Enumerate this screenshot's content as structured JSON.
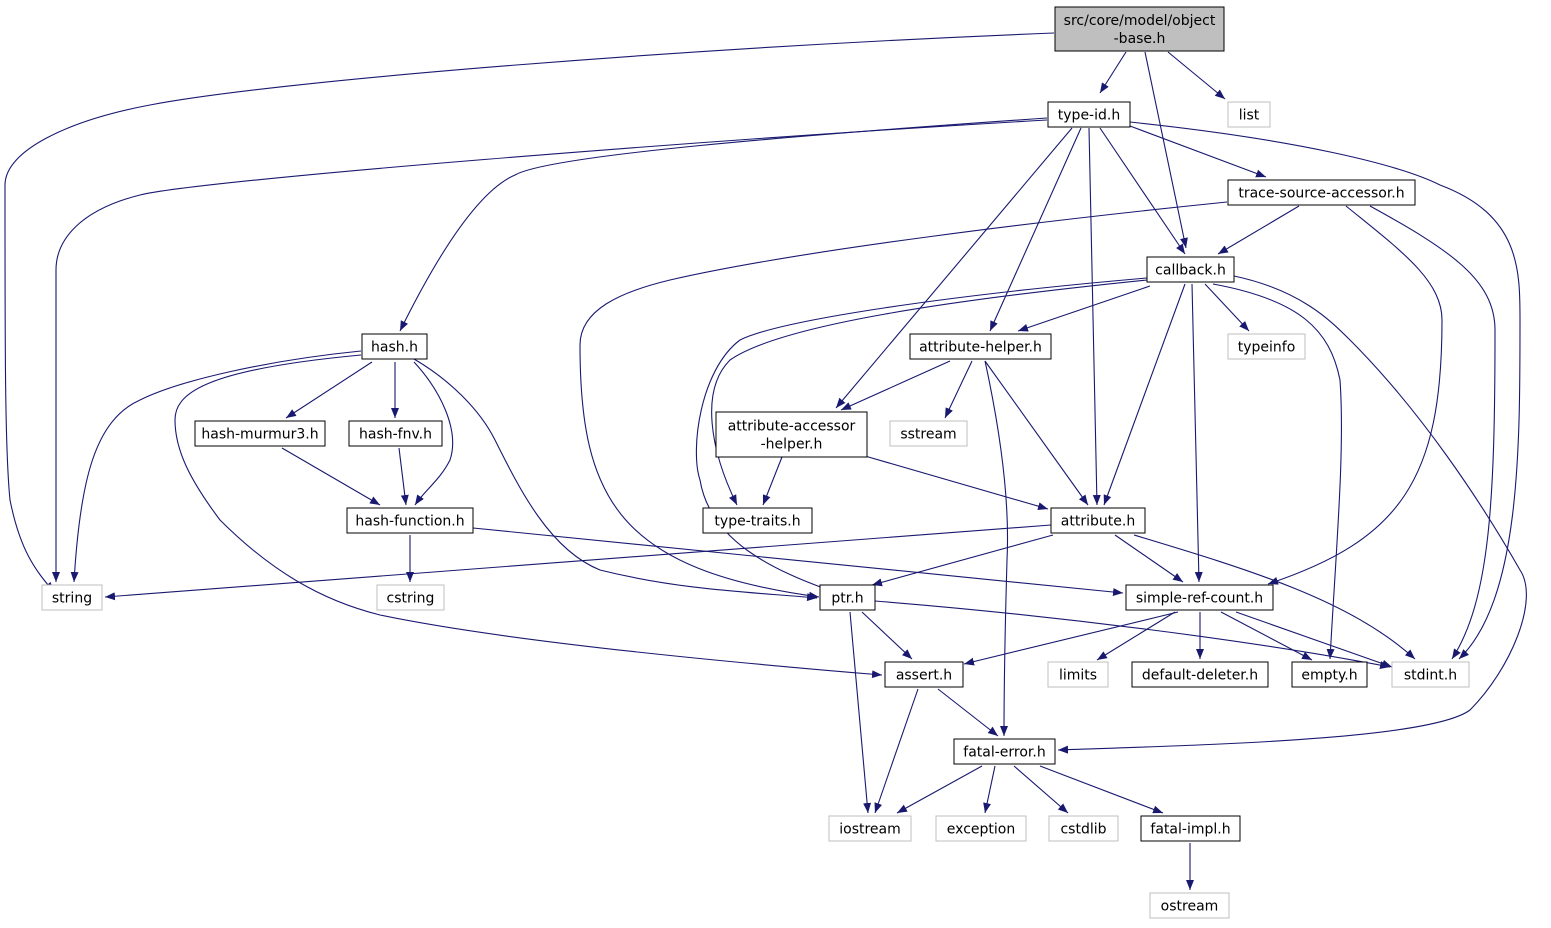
{
  "colors": {
    "edge": "#191970",
    "root_fill": "#bfbfbf",
    "node_border": "#000000",
    "external_border": "#bfbfbf",
    "background": "#ffffff"
  },
  "nodes": [
    {
      "id": "object_base",
      "lines": [
        "src/core/model/object",
        "-base.h"
      ],
      "kind": "root"
    },
    {
      "id": "type_id",
      "lines": [
        "type-id.h"
      ],
      "kind": "header"
    },
    {
      "id": "list",
      "lines": [
        "list"
      ],
      "kind": "external"
    },
    {
      "id": "trace_source_accessor",
      "lines": [
        "trace-source-accessor.h"
      ],
      "kind": "header"
    },
    {
      "id": "callback",
      "lines": [
        "callback.h"
      ],
      "kind": "header"
    },
    {
      "id": "hash",
      "lines": [
        "hash.h"
      ],
      "kind": "header"
    },
    {
      "id": "attribute_helper",
      "lines": [
        "attribute-helper.h"
      ],
      "kind": "header"
    },
    {
      "id": "typeinfo",
      "lines": [
        "typeinfo"
      ],
      "kind": "external"
    },
    {
      "id": "hash_murmur3",
      "lines": [
        "hash-murmur3.h"
      ],
      "kind": "header"
    },
    {
      "id": "hash_fnv",
      "lines": [
        "hash-fnv.h"
      ],
      "kind": "header"
    },
    {
      "id": "attribute_accessor_helper",
      "lines": [
        "attribute-accessor",
        "-helper.h"
      ],
      "kind": "header"
    },
    {
      "id": "sstream",
      "lines": [
        "sstream"
      ],
      "kind": "external"
    },
    {
      "id": "hash_function",
      "lines": [
        "hash-function.h"
      ],
      "kind": "header"
    },
    {
      "id": "type_traits",
      "lines": [
        "type-traits.h"
      ],
      "kind": "header"
    },
    {
      "id": "attribute",
      "lines": [
        "attribute.h"
      ],
      "kind": "header"
    },
    {
      "id": "string",
      "lines": [
        "string"
      ],
      "kind": "external"
    },
    {
      "id": "cstring",
      "lines": [
        "cstring"
      ],
      "kind": "external"
    },
    {
      "id": "ptr",
      "lines": [
        "ptr.h"
      ],
      "kind": "header"
    },
    {
      "id": "simple_ref_count",
      "lines": [
        "simple-ref-count.h"
      ],
      "kind": "header"
    },
    {
      "id": "assert",
      "lines": [
        "assert.h"
      ],
      "kind": "header"
    },
    {
      "id": "limits",
      "lines": [
        "limits"
      ],
      "kind": "external"
    },
    {
      "id": "default_deleter",
      "lines": [
        "default-deleter.h"
      ],
      "kind": "header"
    },
    {
      "id": "empty",
      "lines": [
        "empty.h"
      ],
      "kind": "header"
    },
    {
      "id": "stdint",
      "lines": [
        "stdint.h"
      ],
      "kind": "external"
    },
    {
      "id": "fatal_error",
      "lines": [
        "fatal-error.h"
      ],
      "kind": "header"
    },
    {
      "id": "iostream",
      "lines": [
        "iostream"
      ],
      "kind": "external"
    },
    {
      "id": "exception",
      "lines": [
        "exception"
      ],
      "kind": "external"
    },
    {
      "id": "cstdlib",
      "lines": [
        "cstdlib"
      ],
      "kind": "external"
    },
    {
      "id": "fatal_impl",
      "lines": [
        "fatal-impl.h"
      ],
      "kind": "header"
    },
    {
      "id": "ostream",
      "lines": [
        "ostream"
      ],
      "kind": "external"
    }
  ],
  "edges": [
    [
      "object_base",
      "type_id"
    ],
    [
      "object_base",
      "list"
    ],
    [
      "object_base",
      "callback"
    ],
    [
      "object_base",
      "string"
    ],
    [
      "type_id",
      "trace_source_accessor"
    ],
    [
      "type_id",
      "callback"
    ],
    [
      "type_id",
      "hash"
    ],
    [
      "type_id",
      "attribute_helper"
    ],
    [
      "type_id",
      "attribute_accessor_helper"
    ],
    [
      "type_id",
      "attribute"
    ],
    [
      "type_id",
      "string"
    ],
    [
      "type_id",
      "stdint"
    ],
    [
      "trace_source_accessor",
      "callback"
    ],
    [
      "trace_source_accessor",
      "ptr"
    ],
    [
      "trace_source_accessor",
      "simple_ref_count"
    ],
    [
      "trace_source_accessor",
      "stdint"
    ],
    [
      "callback",
      "attribute_helper"
    ],
    [
      "callback",
      "typeinfo"
    ],
    [
      "callback",
      "type_traits"
    ],
    [
      "callback",
      "attribute"
    ],
    [
      "callback",
      "ptr"
    ],
    [
      "callback",
      "simple_ref_count"
    ],
    [
      "callback",
      "empty"
    ],
    [
      "callback",
      "fatal_error"
    ],
    [
      "hash",
      "hash_murmur3"
    ],
    [
      "hash",
      "hash_fnv"
    ],
    [
      "hash",
      "hash_function"
    ],
    [
      "hash",
      "string"
    ],
    [
      "hash",
      "ptr"
    ],
    [
      "hash",
      "assert"
    ],
    [
      "hash_murmur3",
      "hash_function"
    ],
    [
      "hash_fnv",
      "hash_function"
    ],
    [
      "hash_function",
      "cstring"
    ],
    [
      "hash_function",
      "simple_ref_count"
    ],
    [
      "attribute_helper",
      "attribute_accessor_helper"
    ],
    [
      "attribute_helper",
      "sstream"
    ],
    [
      "attribute_helper",
      "attribute"
    ],
    [
      "attribute_helper",
      "fatal_error"
    ],
    [
      "attribute_accessor_helper",
      "type_traits"
    ],
    [
      "attribute_accessor_helper",
      "attribute"
    ],
    [
      "attribute",
      "string"
    ],
    [
      "attribute",
      "ptr"
    ],
    [
      "attribute",
      "simple_ref_count"
    ],
    [
      "attribute",
      "stdint"
    ],
    [
      "ptr",
      "assert"
    ],
    [
      "ptr",
      "iostream"
    ],
    [
      "ptr",
      "stdint"
    ],
    [
      "simple_ref_count",
      "assert"
    ],
    [
      "simple_ref_count",
      "limits"
    ],
    [
      "simple_ref_count",
      "default_deleter"
    ],
    [
      "simple_ref_count",
      "empty"
    ],
    [
      "simple_ref_count",
      "stdint"
    ],
    [
      "assert",
      "fatal_error"
    ],
    [
      "assert",
      "iostream"
    ],
    [
      "fatal_error",
      "iostream"
    ],
    [
      "fatal_error",
      "exception"
    ],
    [
      "fatal_error",
      "cstdlib"
    ],
    [
      "fatal_error",
      "fatal_impl"
    ],
    [
      "fatal_impl",
      "ostream"
    ]
  ]
}
